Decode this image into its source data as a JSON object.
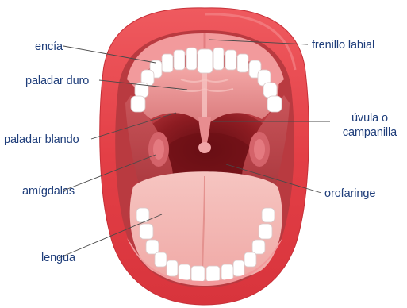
{
  "labels": {
    "encia": "encía",
    "paladar_duro": "paladar duro",
    "paladar_blando": "paladar blando",
    "amigdalas": "amígdalas",
    "lengua": "lengua",
    "frenillo_labial": "frenillo labial",
    "uvula_line1": "úvula o",
    "uvula_line2": "campanilla",
    "orofaringe": "orofaringe"
  },
  "colors": {
    "label_text": "#1e3d7a",
    "leader_line": "#4a4a4a",
    "lips": "#e6454b",
    "lips_dark": "#b8242d",
    "gums": "#f29a9c",
    "palate": "#e98e8f",
    "throat": "#8d1c22",
    "tongue": "#f4b5b2",
    "teeth": "#ffffff"
  }
}
